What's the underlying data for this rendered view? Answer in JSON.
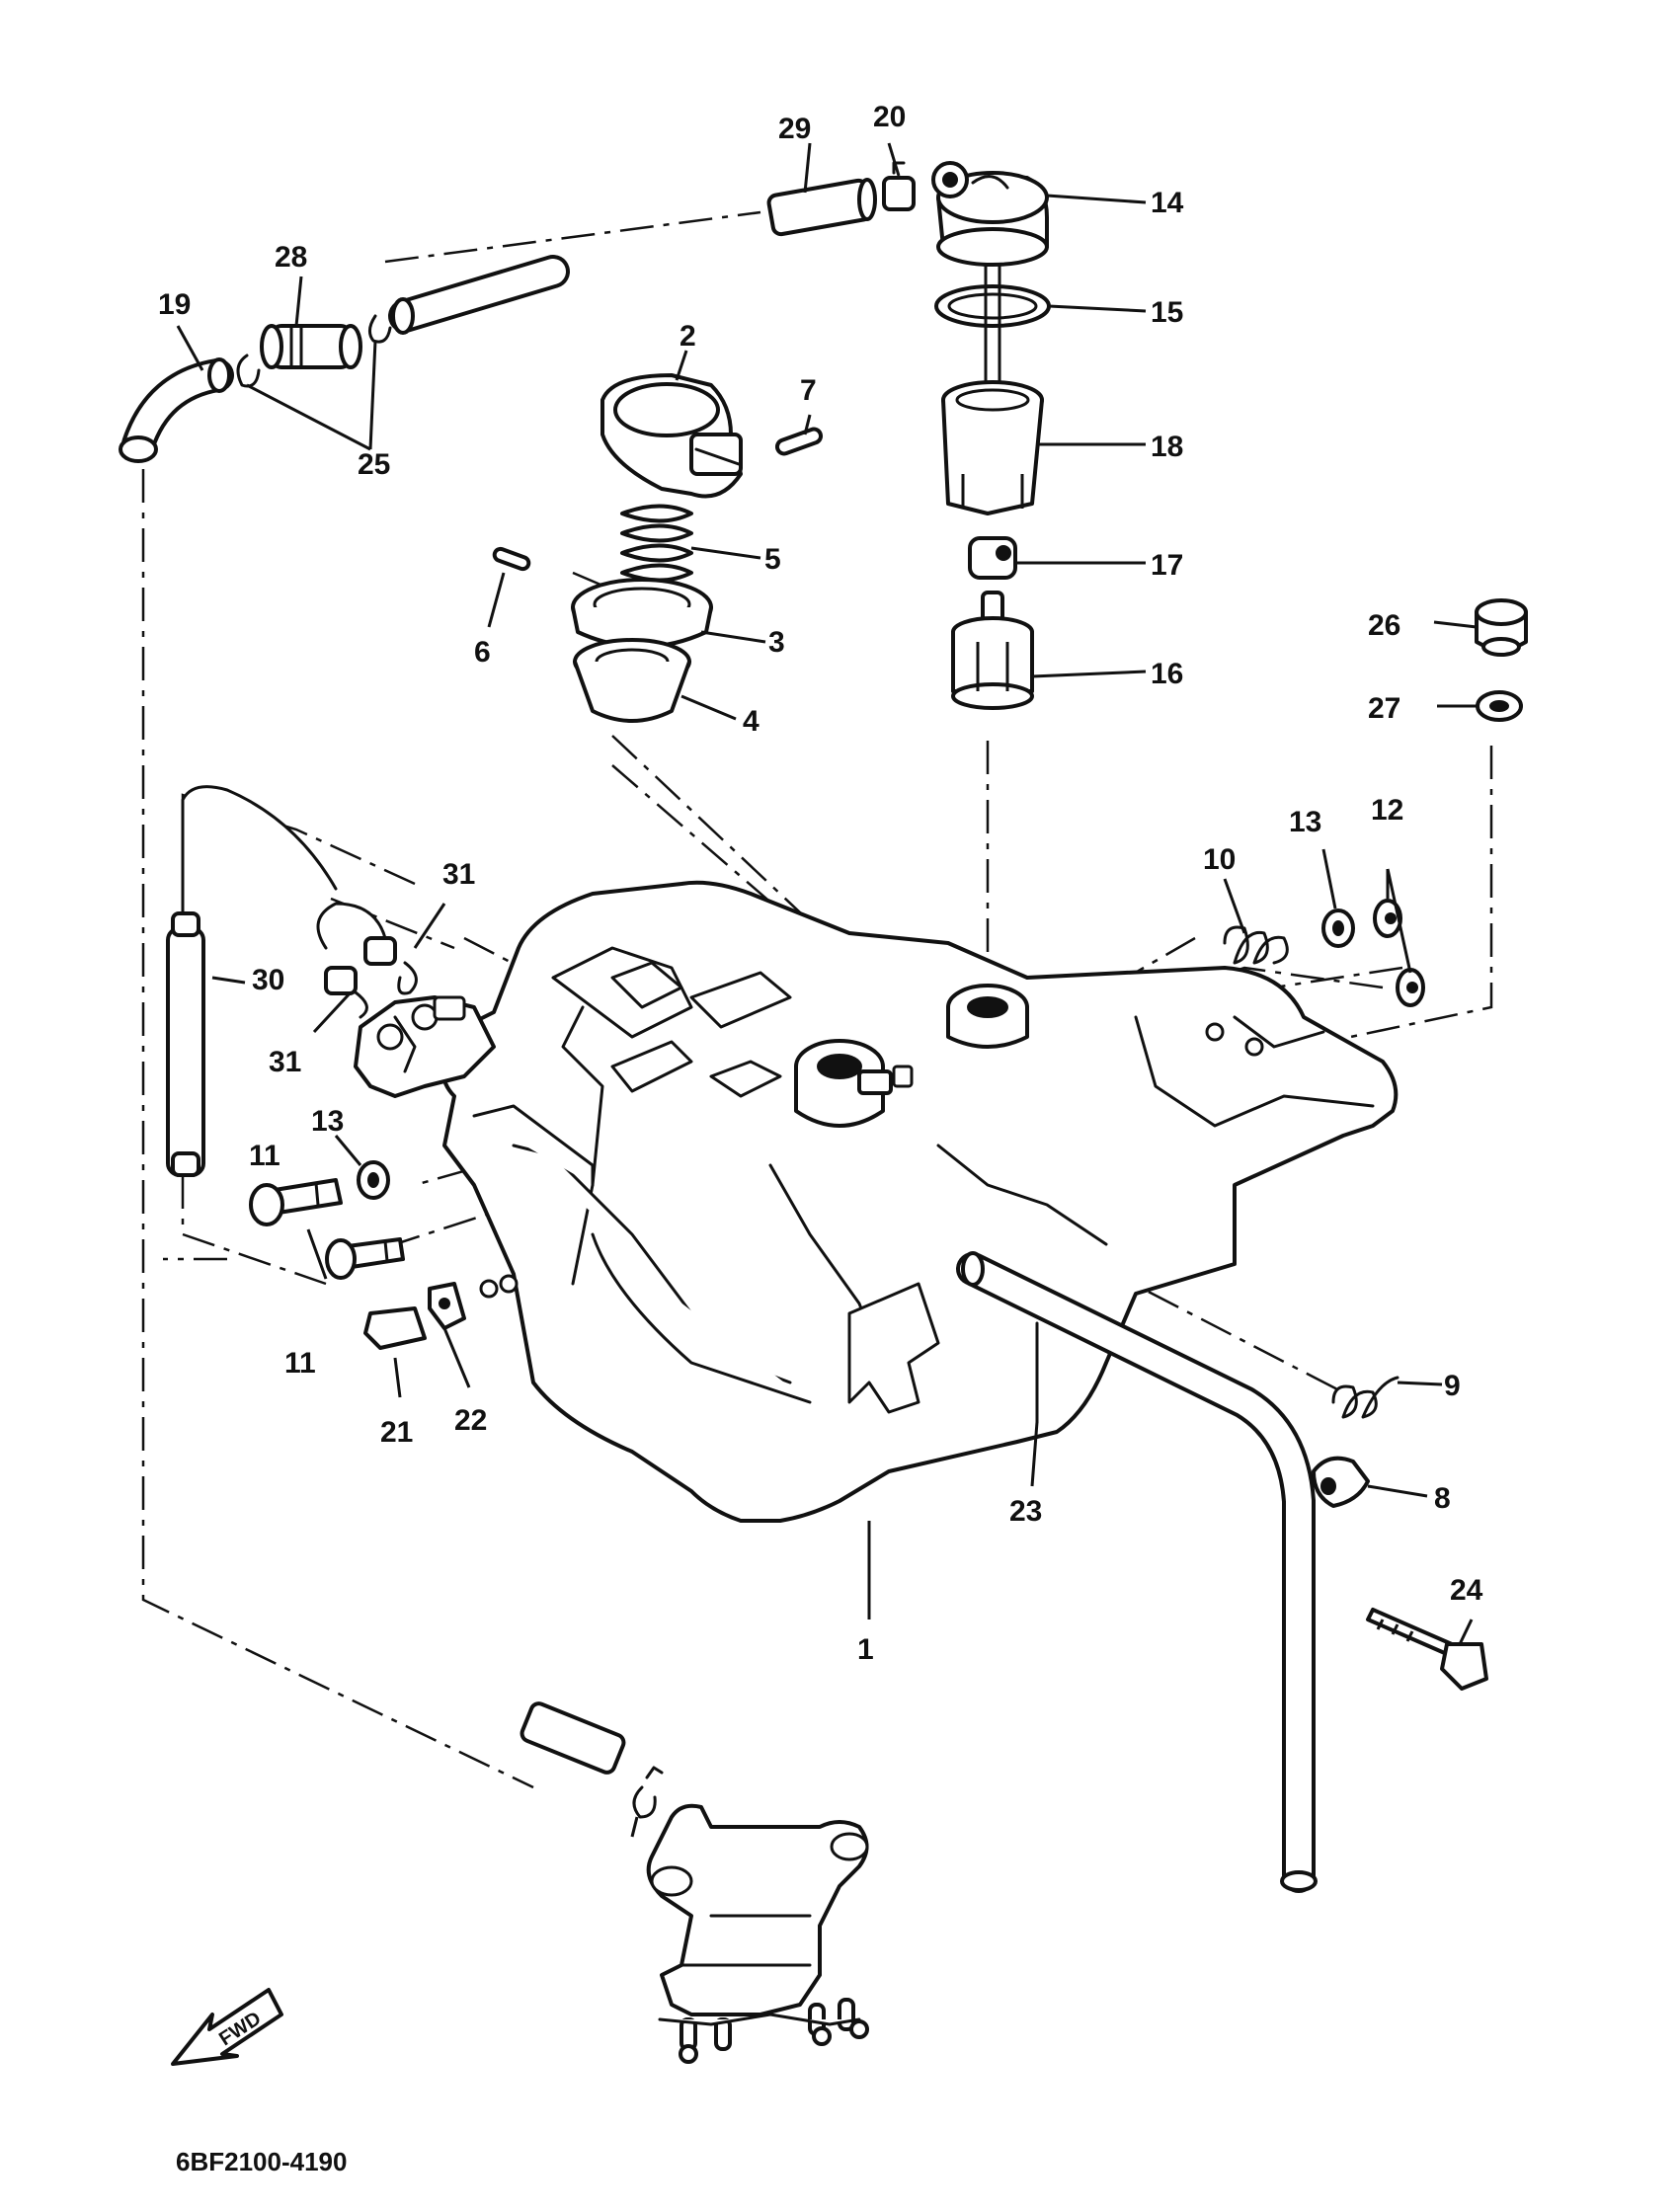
{
  "diagram": {
    "drawing_code": "6BF2100-4190",
    "direction_marker": "FWD",
    "callouts": [
      {
        "id": "c1",
        "label": "1"
      },
      {
        "id": "c2",
        "label": "2"
      },
      {
        "id": "c3",
        "label": "3"
      },
      {
        "id": "c4",
        "label": "4"
      },
      {
        "id": "c5",
        "label": "5"
      },
      {
        "id": "c6",
        "label": "6"
      },
      {
        "id": "c7",
        "label": "7"
      },
      {
        "id": "c8",
        "label": "8"
      },
      {
        "id": "c9",
        "label": "9"
      },
      {
        "id": "c10",
        "label": "10"
      },
      {
        "id": "c11a",
        "label": "11"
      },
      {
        "id": "c11b",
        "label": "11"
      },
      {
        "id": "c12",
        "label": "12"
      },
      {
        "id": "c13a",
        "label": "13"
      },
      {
        "id": "c13b",
        "label": "13"
      },
      {
        "id": "c14",
        "label": "14"
      },
      {
        "id": "c15",
        "label": "15"
      },
      {
        "id": "c16",
        "label": "16"
      },
      {
        "id": "c17",
        "label": "17"
      },
      {
        "id": "c18",
        "label": "18"
      },
      {
        "id": "c19",
        "label": "19"
      },
      {
        "id": "c20",
        "label": "20"
      },
      {
        "id": "c21",
        "label": "21"
      },
      {
        "id": "c22",
        "label": "22"
      },
      {
        "id": "c23",
        "label": "23"
      },
      {
        "id": "c24",
        "label": "24"
      },
      {
        "id": "c25a",
        "label": "25"
      },
      {
        "id": "c25b",
        "label": "25"
      },
      {
        "id": "c26",
        "label": "26"
      },
      {
        "id": "c27",
        "label": "27"
      },
      {
        "id": "c28",
        "label": "28"
      },
      {
        "id": "c29",
        "label": "29"
      },
      {
        "id": "c30",
        "label": "30"
      },
      {
        "id": "c31a",
        "label": "31"
      },
      {
        "id": "c31b",
        "label": "31"
      }
    ]
  }
}
